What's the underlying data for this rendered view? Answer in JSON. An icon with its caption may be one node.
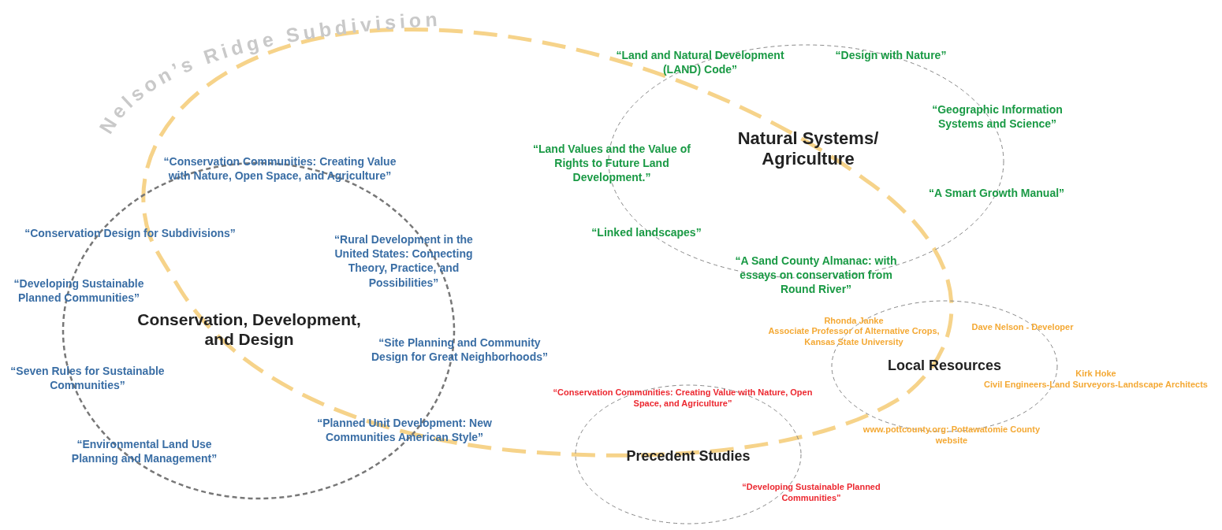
{
  "diagram": {
    "nodes": [
      {
        "text": [
          "Nelson’s Ridge Subdivision"
        ]
      },
      {
        "text": [
          "“Land and Natural Development (LAND) Code”",
          "“Design with Nature”",
          "“Geographic Information Systems and Science”",
          "Natural Systems/ Agriculture",
          "“Land Values and the Value of Rights to Future Land Development.”",
          "“A Smart Growth Manual”",
          "“Linked landscapes”",
          "“A Sand County Almanac: with essays on conservation from Round River”"
        ]
      },
      {
        "text": [
          "“Conservation Communities: Creating Value with Nature, Open Space, and Agriculture”",
          "“Conservation Design for Subdivisions”",
          "“Rural Development in the United States: Connecting Theory, Practice, and Possibilities”",
          "“Developing Sustainable Planned Communities”",
          "Conservation, Development, and Design",
          "“Site Planning and Community Design for Great Neighborhoods”",
          "“Seven Rules for Sustainable Communities”",
          "“Planned Unit Development: New Communities American Style”",
          "“Environmental Land Use Planning and Management”"
        ]
      },
      {
        "text": [
          "Rhonda Janke",
          "Associate Professor of Alternative Crops, Kansas State University",
          "Dave Nelson - Developer",
          "Local Resources",
          "Kirk Hoke",
          "Civil Engineers-Land Surveyors-Landscape Architects",
          "www.pottcounty.org: Pottawatomie County website"
        ]
      },
      {
        "text": [
          "“Conservation Communities: Creating Value with Nature, Open Space, and Agriculture”",
          "Precedent Studies",
          "“Developing Sustainable Planned Communities”"
        ]
      }
    ]
  }
}
